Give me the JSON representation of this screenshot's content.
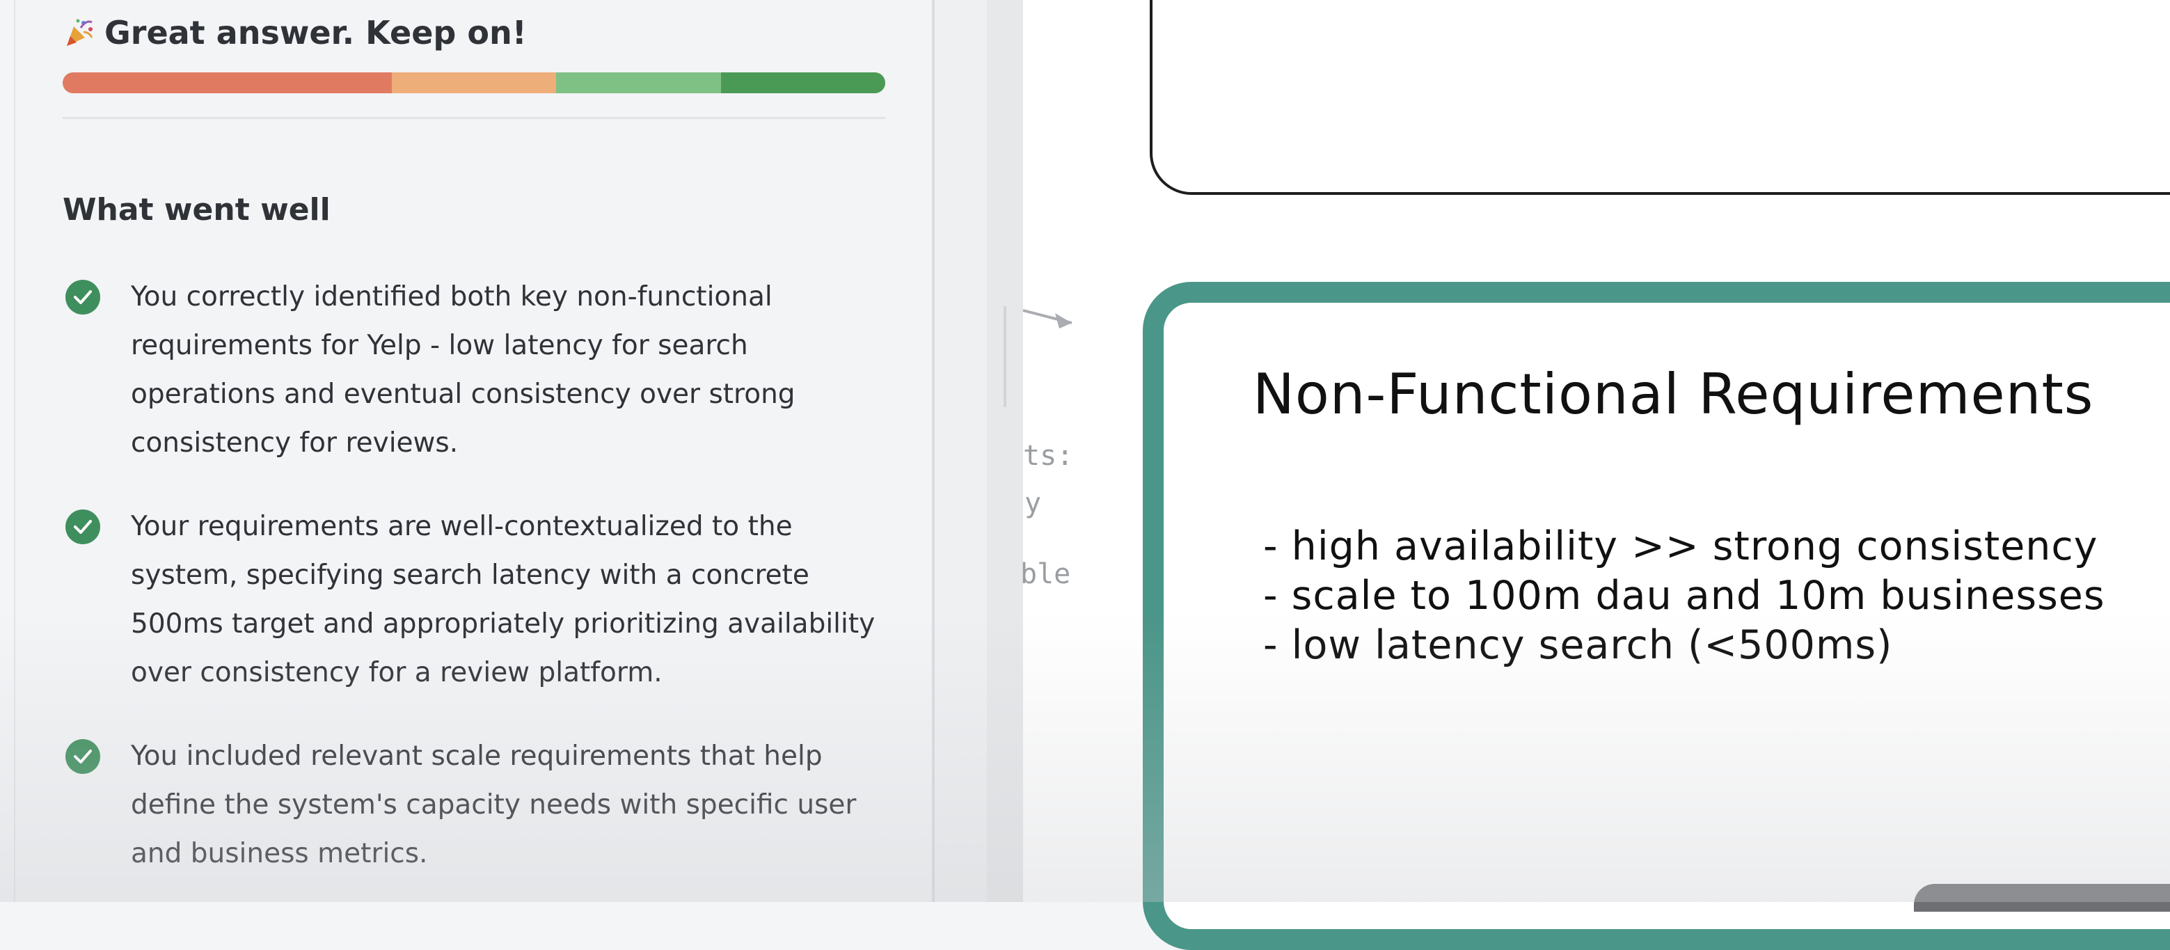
{
  "feedback": {
    "score_title": "Great answer. Keep on!",
    "score_segments": [
      {
        "color": "#e07b62",
        "share": 0.4
      },
      {
        "color": "#eeae7a",
        "share": 0.2
      },
      {
        "color": "#7fc184",
        "share": 0.2
      },
      {
        "color": "#4a9a55",
        "share": 0.2
      }
    ],
    "section_title": "What went well",
    "items": [
      {
        "lines": [
          "You correctly identified both key non-functional",
          "requirements for Yelp - low latency for search",
          "operations and eventual consistency over strong",
          "consistency for reviews."
        ]
      },
      {
        "lines": [
          "Your requirements are well-contextualized to the",
          "system, specifying search latency with a concrete",
          "500ms target and appropriately prioritizing availability",
          "over consistency for a review platform."
        ]
      },
      {
        "lines": [
          "You included relevant scale requirements that help",
          "define the system's capacity needs with specific user",
          "and business metrics."
        ]
      }
    ]
  },
  "canvas": {
    "ghost_labels": [
      "ts:",
      "y",
      "ble"
    ],
    "nfr_box": {
      "title": "Non-Functional Requirements",
      "items": [
        "- high availability >> strong consistency",
        "- scale to 100m dau and 10m businesses",
        "- low latency search (<500ms)"
      ],
      "border_color": "#4a9688"
    }
  }
}
